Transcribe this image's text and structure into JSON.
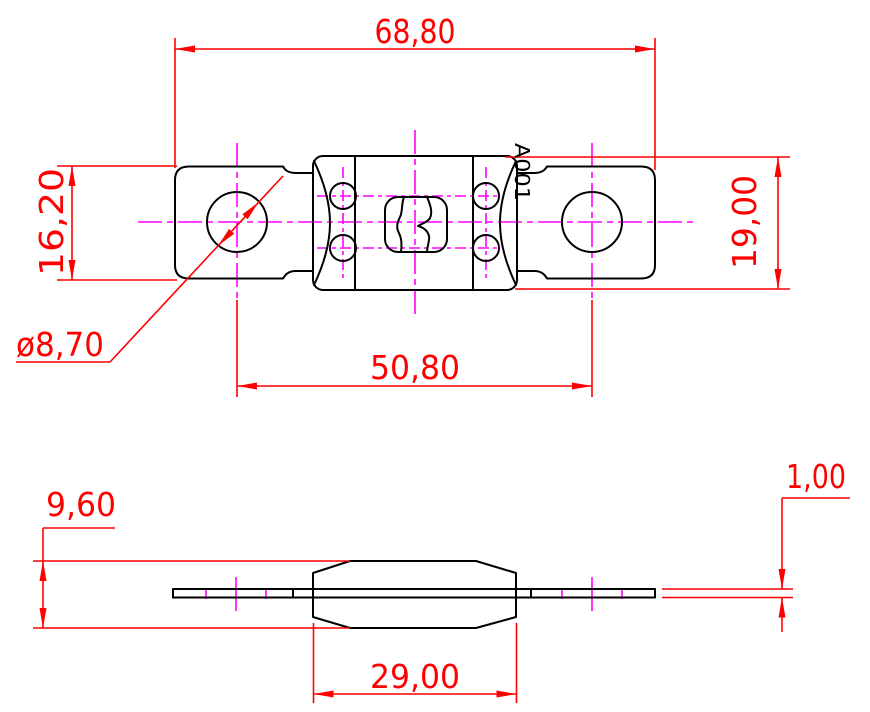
{
  "drawing": {
    "marking": "A001",
    "colors": {
      "background": "#ffffff",
      "outline": "#000000",
      "dimension": "#ff0000",
      "centerline": "#ff00ff"
    },
    "dimensions": {
      "overall_length": "68,80",
      "tab_height": "16,20",
      "body_height": "19,00",
      "hole_diameter": "ø8,70",
      "hole_spacing": "50,80",
      "profile_height": "9,60",
      "body_width": "29,00",
      "blade_thickness": "1,00"
    }
  }
}
